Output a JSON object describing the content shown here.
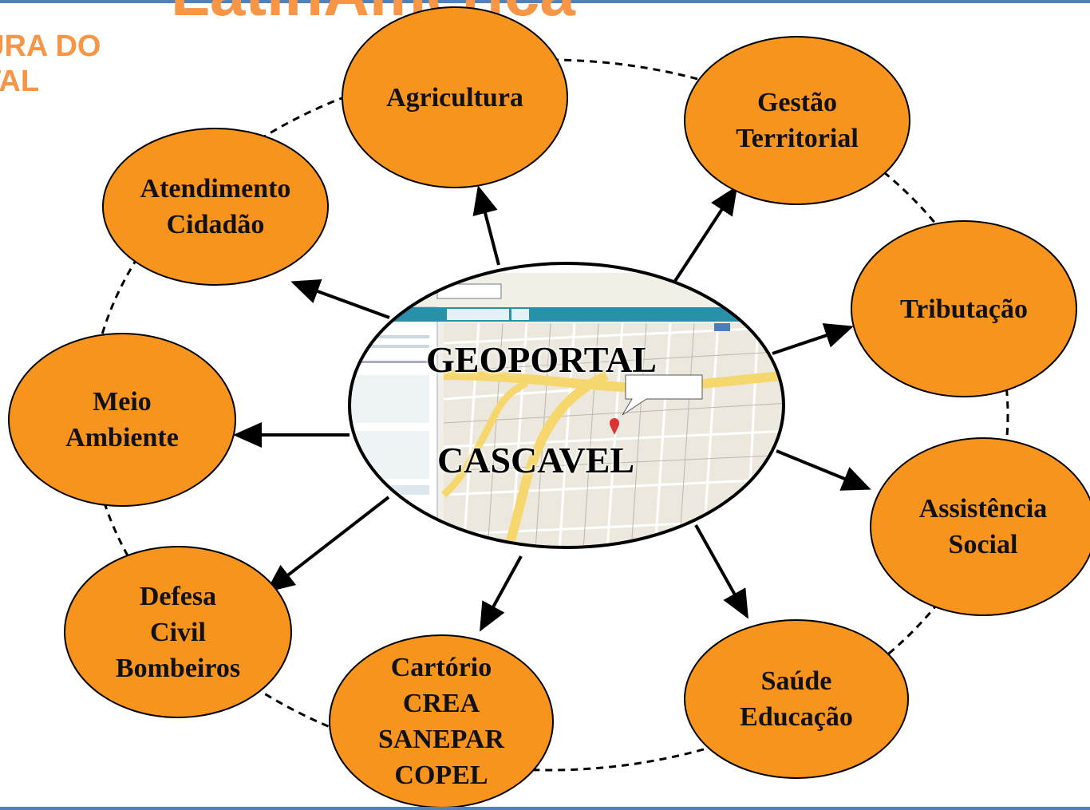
{
  "header": {
    "brand": "LatinAmerica",
    "corner_title_line1": "URA DO",
    "corner_title_line2": "TAL"
  },
  "center": {
    "line1": "GEOPORTAL",
    "line2": "CASCAVEL",
    "image": "map-screenshot"
  },
  "nodes": [
    {
      "key": "agricultura",
      "label": "Agricultura"
    },
    {
      "key": "gestao",
      "label": "Gestão\nTerritorial"
    },
    {
      "key": "tributacao",
      "label": "Tributação"
    },
    {
      "key": "assistencia",
      "label": "Assistência\nSocial"
    },
    {
      "key": "saude",
      "label": "Saúde\nEducação"
    },
    {
      "key": "cartorio",
      "label": "Cartório\nCREA\nSANEPAR\nCOPEL"
    },
    {
      "key": "defesa",
      "label": "Defesa\nCivil\nBombeiros"
    },
    {
      "key": "meio",
      "label": "Meio\nAmbiente"
    },
    {
      "key": "atendimento",
      "label": "Atendimento\nCidadão"
    }
  ],
  "colors": {
    "node_fill": "#f7941d",
    "node_stroke": "#000000",
    "accent_text": "#f79646",
    "rule": "#4f81bd"
  }
}
